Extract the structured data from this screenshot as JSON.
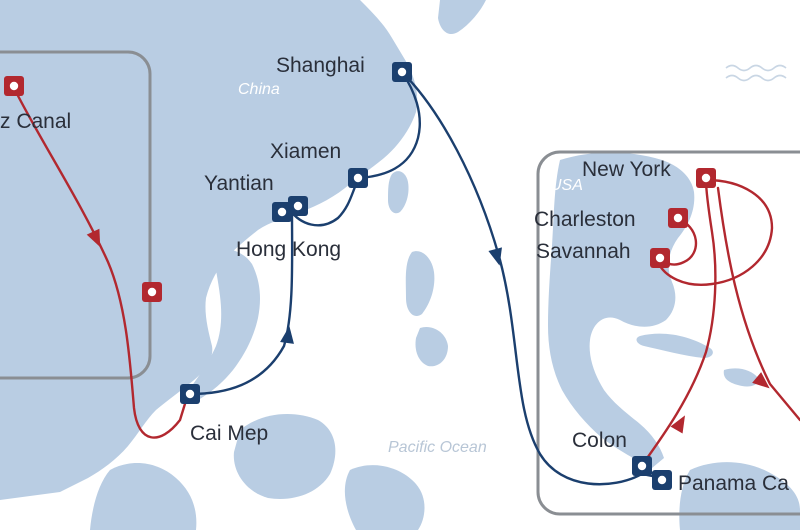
{
  "colors": {
    "sea": "#ffffff",
    "land": "#b9cde3",
    "inset_frame": "#8a8e93",
    "inset_fill": "#c6d6e8",
    "route_blue": "#1b3f6e",
    "route_red": "#b2282f",
    "marker_blue": "#1b3f6e",
    "marker_red": "#b2282f"
  },
  "icons": {
    "port_marker": "square-ring-icon",
    "route_arrow": "triangle-arrow-icon",
    "waves": "wave-lines-icon"
  },
  "regions": {
    "china": "China",
    "usa": "USA",
    "pacific": "Pacific  Ocean"
  },
  "ports": {
    "suez": "z Canal",
    "shanghai": "Shanghai",
    "xiamen": "Xiamen",
    "yantian": "Yantian",
    "hongkong": "Hong Kong",
    "caimep": "Cai Mep",
    "newyork": "New York",
    "charleston": "Charleston",
    "savannah": "Savannah",
    "colon": "Colon",
    "panama": "Panama Ca"
  }
}
